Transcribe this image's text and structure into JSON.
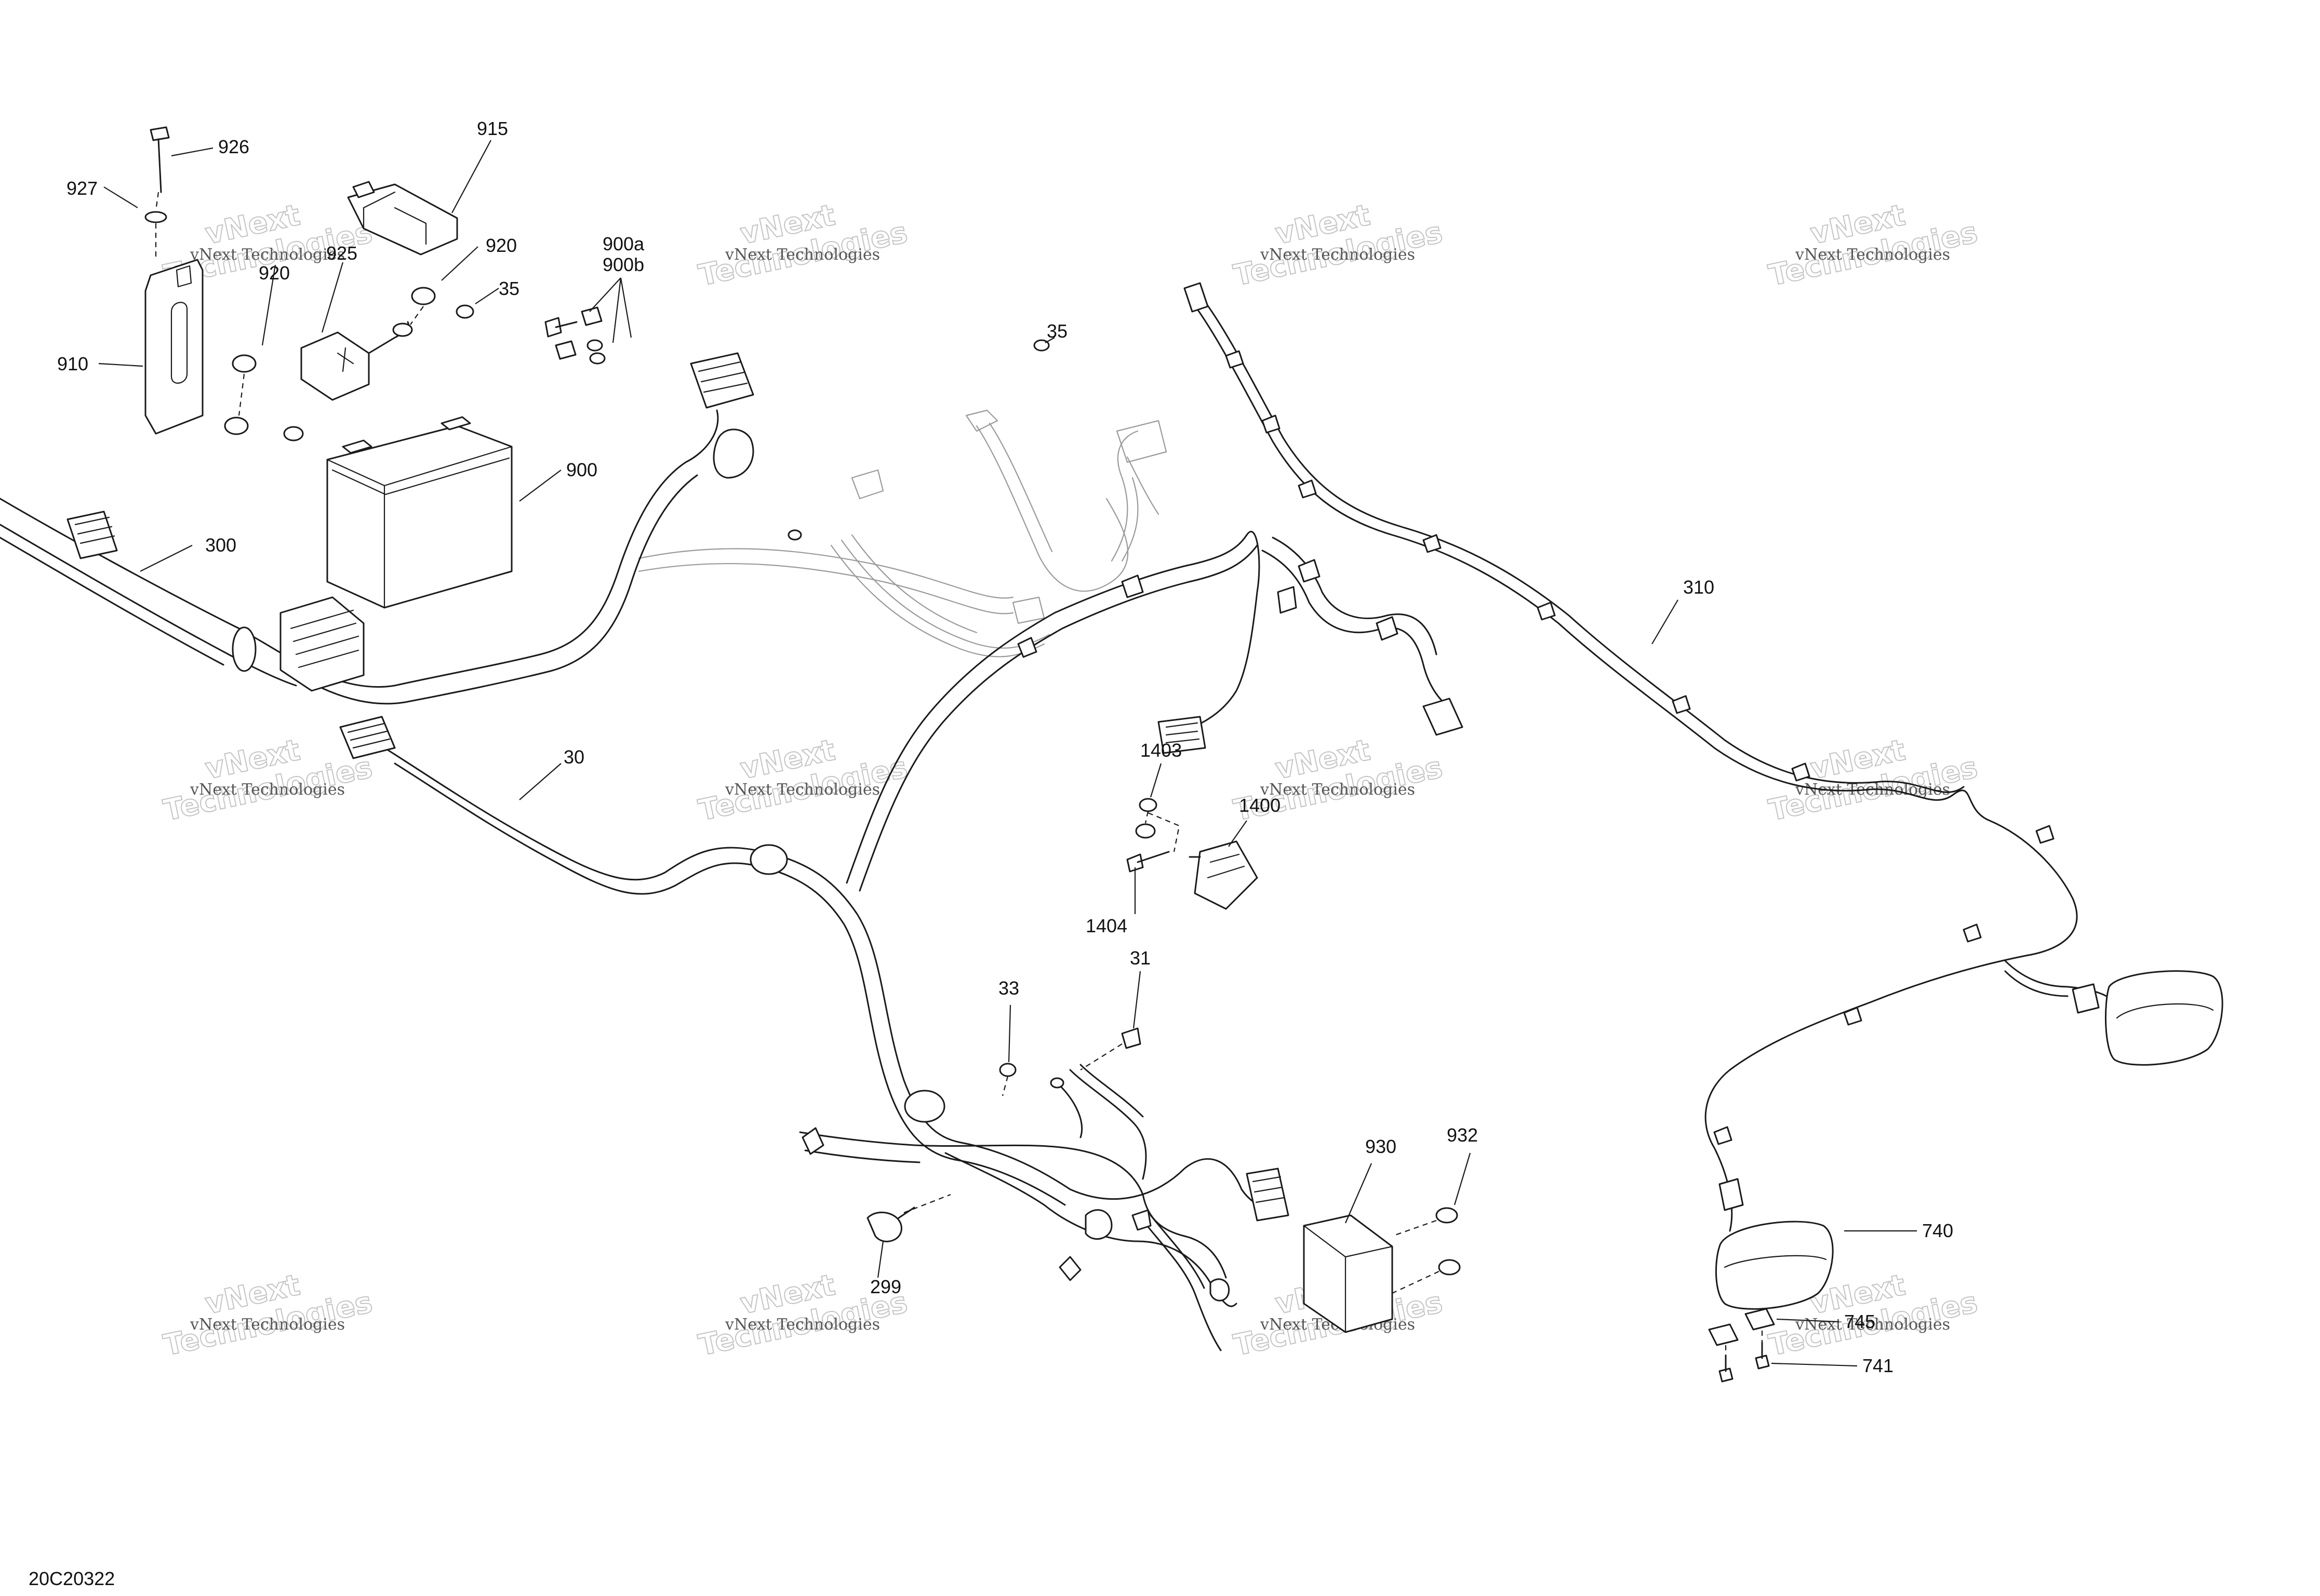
{
  "diagram_id": "20C20322",
  "watermark": {
    "line1": "vNext",
    "line2": "Technologies",
    "small": "vNext Technologies"
  },
  "callouts": [
    {
      "id": "c926",
      "label": "926"
    },
    {
      "id": "c927",
      "label": "927"
    },
    {
      "id": "c915",
      "label": "915"
    },
    {
      "id": "c920a",
      "label": "920"
    },
    {
      "id": "c920b",
      "label": "920"
    },
    {
      "id": "c925",
      "label": "925"
    },
    {
      "id": "c900a",
      "label": "900a"
    },
    {
      "id": "c900b",
      "label": "900b"
    },
    {
      "id": "c35a",
      "label": "35"
    },
    {
      "id": "c35b",
      "label": "35"
    },
    {
      "id": "c910",
      "label": "910"
    },
    {
      "id": "c900",
      "label": "900"
    },
    {
      "id": "c300",
      "label": "300"
    },
    {
      "id": "c310",
      "label": "310"
    },
    {
      "id": "c30",
      "label": "30"
    },
    {
      "id": "c1403",
      "label": "1403"
    },
    {
      "id": "c1400",
      "label": "1400"
    },
    {
      "id": "c1404",
      "label": "1404"
    },
    {
      "id": "c33",
      "label": "33"
    },
    {
      "id": "c31",
      "label": "31"
    },
    {
      "id": "c930",
      "label": "930"
    },
    {
      "id": "c932",
      "label": "932"
    },
    {
      "id": "c299",
      "label": "299"
    },
    {
      "id": "c740",
      "label": "740"
    },
    {
      "id": "c745",
      "label": "745"
    },
    {
      "id": "c741",
      "label": "741"
    }
  ]
}
